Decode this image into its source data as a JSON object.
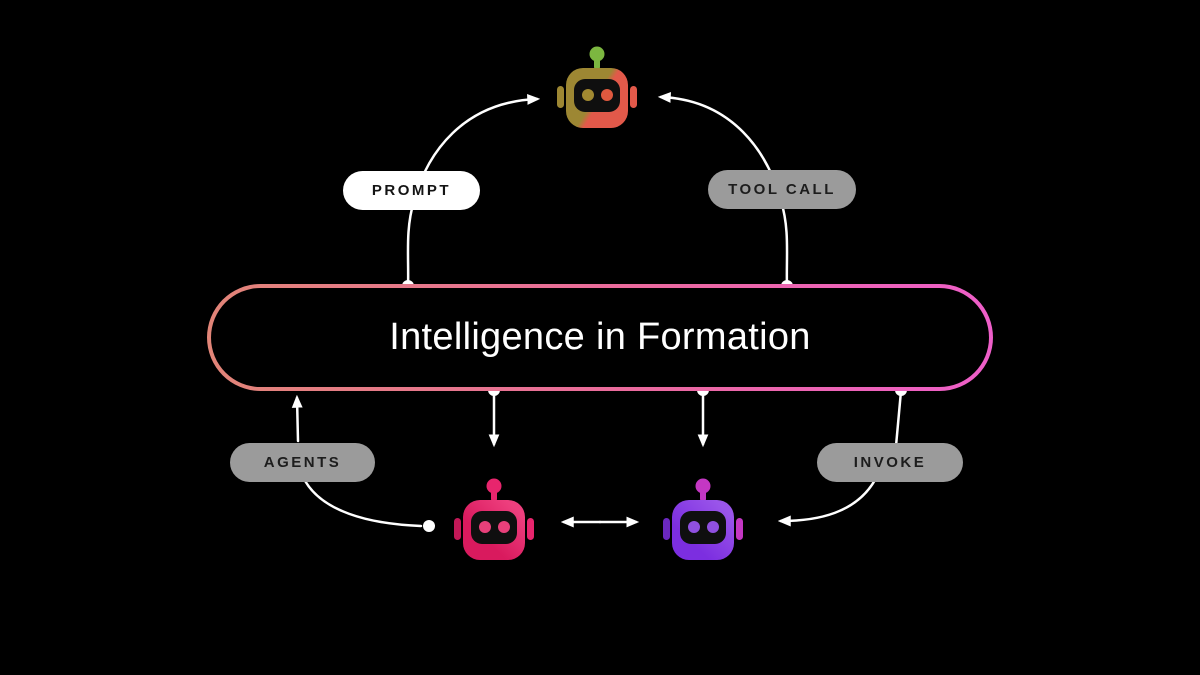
{
  "background": "#000000",
  "box": {
    "title": "Intelligence in Formation",
    "border_gradient": [
      "#e28578",
      "#ea6a9e",
      "#ee5ec9"
    ]
  },
  "pills": {
    "prompt": {
      "label": "PROMPT",
      "bg": "#ffffff",
      "text": "#141414"
    },
    "tool_call": {
      "label": "TOOL CALL",
      "bg": "#9b9b9b",
      "text": "#1d1d1d"
    },
    "agents": {
      "label": "AGENTS",
      "bg": "#9b9b9b",
      "text": "#1d1d1d"
    },
    "invoke": {
      "label": "INVOKE",
      "bg": "#9b9b9b",
      "text": "#1d1d1d"
    }
  },
  "robots": {
    "top": {
      "id": "llm-robot",
      "body_from": "#9d8733",
      "body_to": "#e2594a",
      "antenna_ball": "#7cb740",
      "antenna_stem": "#7cb740",
      "ear_left": "#9d8733",
      "ear_right": "#e2594a",
      "eye_left": "#a18931",
      "eye_right": "#e0593f",
      "face": "#0f0f0f"
    },
    "bottom_left": {
      "id": "agent-robot-pink",
      "body_from": "#d91a5e",
      "body_to": "#ee3f7e",
      "antenna_ball": "#e8256d",
      "antenna_stem": "#e8256d",
      "ear_left": "#c21857",
      "ear_right": "#e8256d",
      "eye_left": "#e8407a",
      "eye_right": "#e8407a",
      "face": "#0f0f0f"
    },
    "bottom_right": {
      "id": "agent-robot-purple",
      "body_from": "#7c2ee0",
      "body_to": "#9a55ea",
      "antenna_ball": "#c437c3",
      "antenna_stem": "#c437c3",
      "ear_left": "#6b28c0",
      "ear_right": "#c437c3",
      "eye_left": "#9050e0",
      "eye_right": "#9050e0",
      "face": "#0f0f0f"
    }
  },
  "connectors": {
    "color": "#ffffff",
    "edges": [
      {
        "id": "prompt-to-llm",
        "from": "intelligence-box-top-left",
        "via": "prompt-pill",
        "to": "llm-robot",
        "arrow": "into-robot"
      },
      {
        "id": "toolcall-to-llm",
        "from": "intelligence-box-top-right",
        "via": "tool-call-pill",
        "to": "llm-robot",
        "arrow": "into-robot"
      },
      {
        "id": "box-to-pink-agent",
        "from": "intelligence-box-bottom",
        "to": "agent-robot-pink",
        "arrow": "down"
      },
      {
        "id": "box-to-purple-agent",
        "from": "intelligence-box-bottom",
        "to": "agent-robot-purple",
        "arrow": "down"
      },
      {
        "id": "agents-to-box",
        "from": "agents-pill",
        "to": "intelligence-box-bottom-left",
        "arrow": "up"
      },
      {
        "id": "pink-agent-to-agents",
        "from": "agent-robot-pink",
        "via": "agents-pill",
        "to": "intelligence-box",
        "arrow": "none-dot-at-robot"
      },
      {
        "id": "invoke-to-purple-agent",
        "from": "intelligence-box-bottom-right",
        "via": "invoke-pill",
        "to": "agent-robot-purple",
        "arrow": "into-robot"
      },
      {
        "id": "agents-bidirectional",
        "from": "agent-robot-pink",
        "to": "agent-robot-purple",
        "arrow": "both"
      }
    ]
  }
}
